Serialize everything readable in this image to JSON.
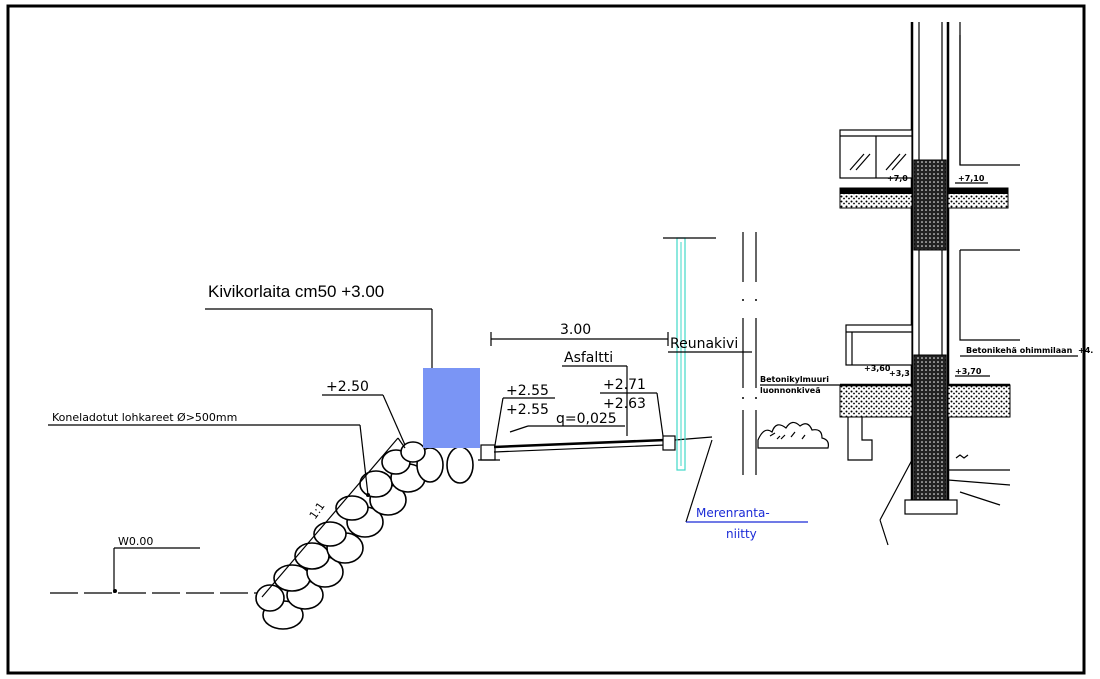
{
  "labels": {
    "top_callout": "Kivikorlaita cm50 +3.00",
    "stones_callout": "Koneladotut lohkareet Ø>500mm",
    "water_level": "W0.00",
    "slope": "1:1",
    "elev_250": "+2.50",
    "elev_255a": "+2.55",
    "elev_255b": "+2.55",
    "elev_271": "+2.71",
    "elev_263": "+2.63",
    "slope_q": "q=0,025",
    "dim_300": "3.00",
    "asphalt": "Asfaltti",
    "edge_stone": "Reunakivi",
    "meadow_line1": "Merenranta-",
    "meadow_line2": "niitty",
    "elev_710": "+7,10",
    "elev_70": "+7,0",
    "elev_370": "+3,70",
    "elev_360": "+3,60",
    "elev_33": "+3,3",
    "beam_note": "Betonikehä ohimmilaan",
    "beam_elev": "+4.",
    "wall_note_1": "Betonikylmuuri",
    "wall_note_2": "luonnonkiveä"
  },
  "colors": {
    "kerb_box": "#7a95f5",
    "cyan_pole": "#3fd8c8",
    "meadow_text": "#1a2ad6"
  }
}
